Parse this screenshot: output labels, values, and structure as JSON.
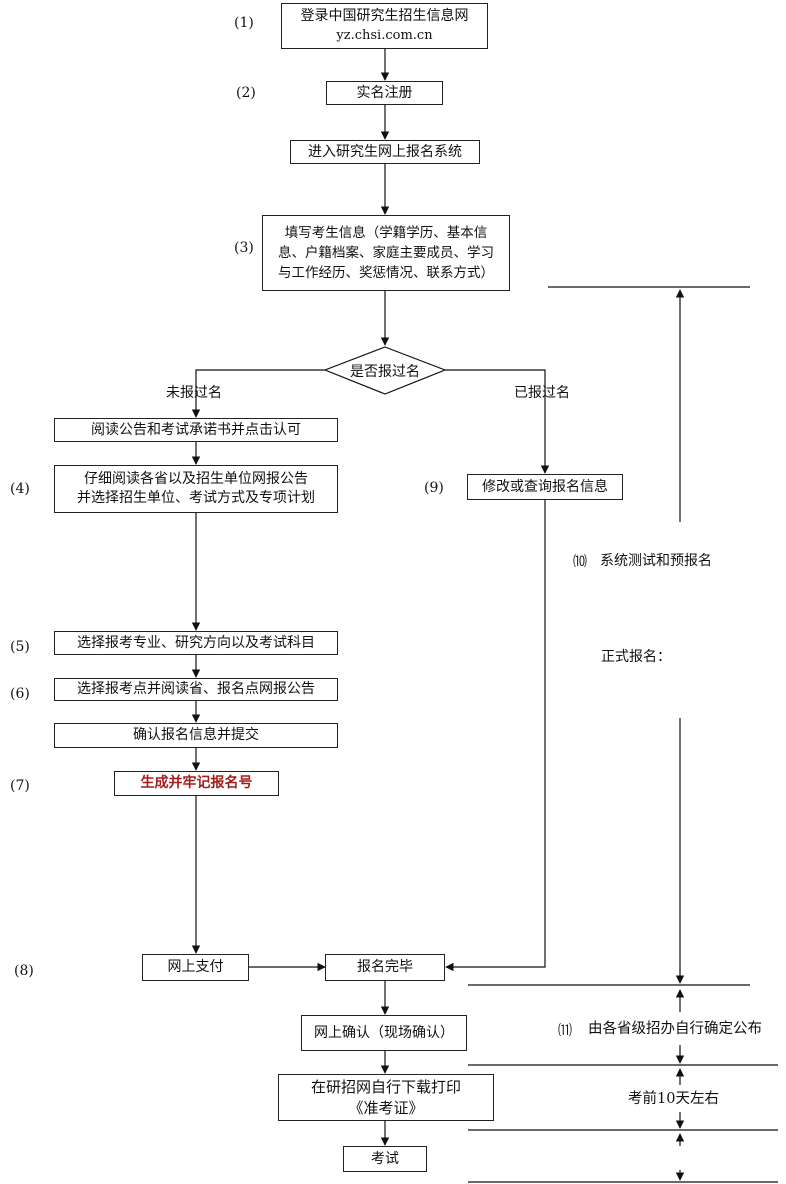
{
  "steps": {
    "login_line1": "登录中国研究生招生信息网",
    "login_line2": "yz.chsi.com.cn",
    "register": "实名注册",
    "enter_system": "进入研究生网上报名系统",
    "fill_info_l1": "填写考生信息（学籍学历、基本信",
    "fill_info_l2": "息、户籍档案、家庭主要成员、学习",
    "fill_info_l3": "与工作经历、奖惩情况、联系方式）",
    "decision": "是否报过名",
    "branch_no": "未报过名",
    "branch_yes": "已报过名",
    "read_notice": "阅读公告和考试承诺书并点击认可",
    "read_unit_l1": "仔细阅读各省以及招生单位网报公告",
    "read_unit_l2": "并选择招生单位、考试方式及专项计划",
    "modify_query": "修改或查询报名信息",
    "choose_major": "选择报考专业、研究方向以及考试科目",
    "choose_site": "选择报考点并阅读省、报名点网报公告",
    "confirm_submit": "确认报名信息并提交",
    "generate_number": "生成并牢记报名号",
    "pay_online": "网上支付",
    "registration_done": "报名完毕",
    "online_confirm": "网上确认（现场确认）",
    "download_l1": "在研招网自行下载打印",
    "download_l2": "《准考证》",
    "exam": "考试"
  },
  "labels": {
    "n1": "(1)",
    "n2": "(2)",
    "n3": "(3)",
    "n4": "(4)",
    "n5": "(5)",
    "n6": "(6)",
    "n7": "(7)",
    "n8": "(8)",
    "n9": "(9)",
    "n10": "⑽",
    "n11": "⑾"
  },
  "notes": {
    "system_test": "系统测试和预报名",
    "formal": "正式报名：",
    "province_decide": "由各省级招办自行确定公布",
    "ten_days": "考前10天左右"
  },
  "colors": {
    "line": "#111111",
    "highlight": "#a61c1c"
  }
}
